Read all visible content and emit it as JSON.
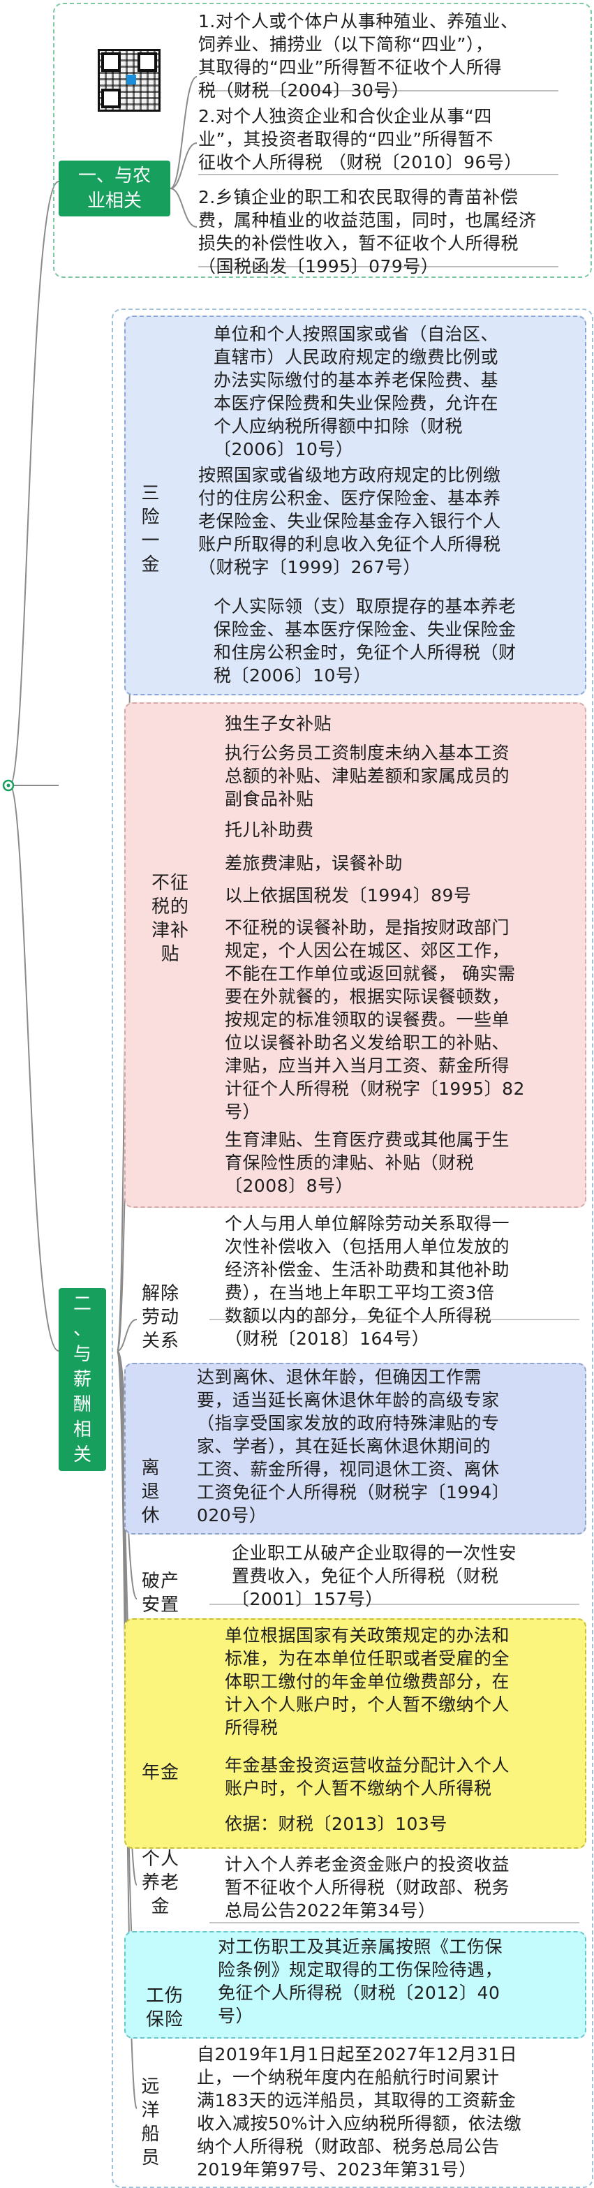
{
  "section1": {
    "title": "一、与农\n业相关",
    "items": [
      "1.对个人或个体户从事种殖业、养殖业、\n饲养业、捕捞业（以下简称“四业”），\n其取得的“四业”所得暂不征收个人所得\n税（财税〔2004〕30号）",
      "2.对个人独资企业和合伙企业从事“四\n业”，其投资者取得的“四业”所得暂不\n征收个人所得税 （财税〔2010〕96号）",
      "2.乡镇企业的职工和农民取得的青苗补偿\n费，属种植业的收益范围，同时，也属经济\n损失的补偿性收入，暂不征收个人所得税\n（国税函发〔1995〕079号）"
    ]
  },
  "section2": {
    "title": "二\n、\n与\n薪\n酬\n相\n关",
    "sanxian": {
      "label": "三\n险\n一\n金",
      "items": [
        "单位和个人按照国家或省（自治区、\n直辖市）人民政府规定的缴费比例或\n办法实际缴付的基本养老保险费、基\n本医疗保险费和失业保险费，允许在\n个人应纳税所得额中扣除（财税\n〔2006〕10号）",
        "按照国家或省级地方政府规定的比例缴\n付的住房公积金、医疗保险金、基本养\n老保险金、失业保险基金存入银行个人\n账户所取得的利息收入免征个人所得税\n（财税字〔1999〕267号）",
        "个人实际领（支）取原提存的基本养老\n保险金、基本医疗保险金、失业保险金\n和住房公积金时，免征个人所得税（财\n税〔2006〕10号）"
      ]
    },
    "butie": {
      "label": "不征\n税的\n津补\n贴",
      "items": [
        "独生子女补贴",
        "执行公务员工资制度未纳入基本工资\n总额的补贴、津贴差额和家属成员的\n副食品补贴",
        "托儿补助费",
        "差旅费津贴，误餐补助",
        "以上依据国税发〔1994〕89号",
        "不征税的误餐补助，是指按财政部门\n规定，个人因公在城区、郊区工作，\n不能在工作单位或返回就餐， 确实需\n要在外就餐的，根据实际误餐顿数，\n按规定的标准领取的误餐费。一些单\n位以误餐补助名义发给职工的补贴、\n津贴，应当并入当月工资、薪金所得\n计征个人所得税（财税字〔1995〕82\n号）",
        "生育津贴、生育医疗费或其他属于生\n育保险性质的津贴、补贴（财税\n〔2008〕8号）"
      ]
    },
    "jiechu": {
      "label": "解除\n劳动\n关系",
      "text": "个人与用人单位解除劳动关系取得一\n次性补偿收入（包括用人单位发放的\n经济补偿金、生活补助费和其他补助\n费），在当地上年职工平均工资3倍\n数额以内的部分，免征个人所得税\n（财税〔2018〕164号）"
    },
    "lituixiu": {
      "label": "离\n退\n休",
      "text": "达到离休、退休年龄，但确因工作需\n要，适当延长离休退休年龄的高级专家\n（指享受国家发放的政府特殊津贴的专\n家、学者），其在延长离休退休期间的\n工资、薪金所得，视同退休工资、离休\n工资免征个人所得税（财税字〔1994〕\n020号）"
    },
    "pochan": {
      "label": "破产\n安置",
      "text": "企业职工从破产企业取得的一次性安\n置费收入，免征个人所得税（财税\n〔2001〕157号）"
    },
    "nianjin": {
      "label": "年金",
      "items": [
        "单位根据国家有关政策规定的办法和\n标准，为在本单位任职或者受雇的全\n体职工缴付的年金单位缴费部分，在\n计入个人账户时，个人暂不缴纳个人\n所得税",
        "年金基金投资运营收益分配计入个人\n账户时，个人暂不缴纳个人所得税",
        "依据：财税〔2013〕103号"
      ]
    },
    "yanglao": {
      "label": "个人\n养老\n金",
      "text": "计入个人养老金资金账户的投资收益\n暂不征收个人所得税（财政部、税务\n总局公告2022年第34号）"
    },
    "gongshang": {
      "label": "工伤\n保险",
      "text": "对工伤职工及其近亲属按照《工伤保\n险条例》规定取得的工伤保险待遇，\n免征个人所得税（财税〔2012〕40\n号）"
    },
    "yuanyang": {
      "label": "远\n洋\n船\n员",
      "text": "自2019年1月1日起至2027年12月31日\n止，一个纳税年度内在船航行时间累计\n满183天的远洋船员，其取得的工资薪金\n收入减按50%计入应纳税所得额，依法缴\n纳个人所得税（财政部、税务总局公告\n2019年第97号、2023年第31号）"
    }
  },
  "colors": {
    "badge": "#17a05d",
    "blue": "#dce7fa",
    "pink": "#fadede",
    "yellow": "#fbf57e",
    "cyan": "#c4fbfd",
    "lavender": "#d2dcf6"
  }
}
